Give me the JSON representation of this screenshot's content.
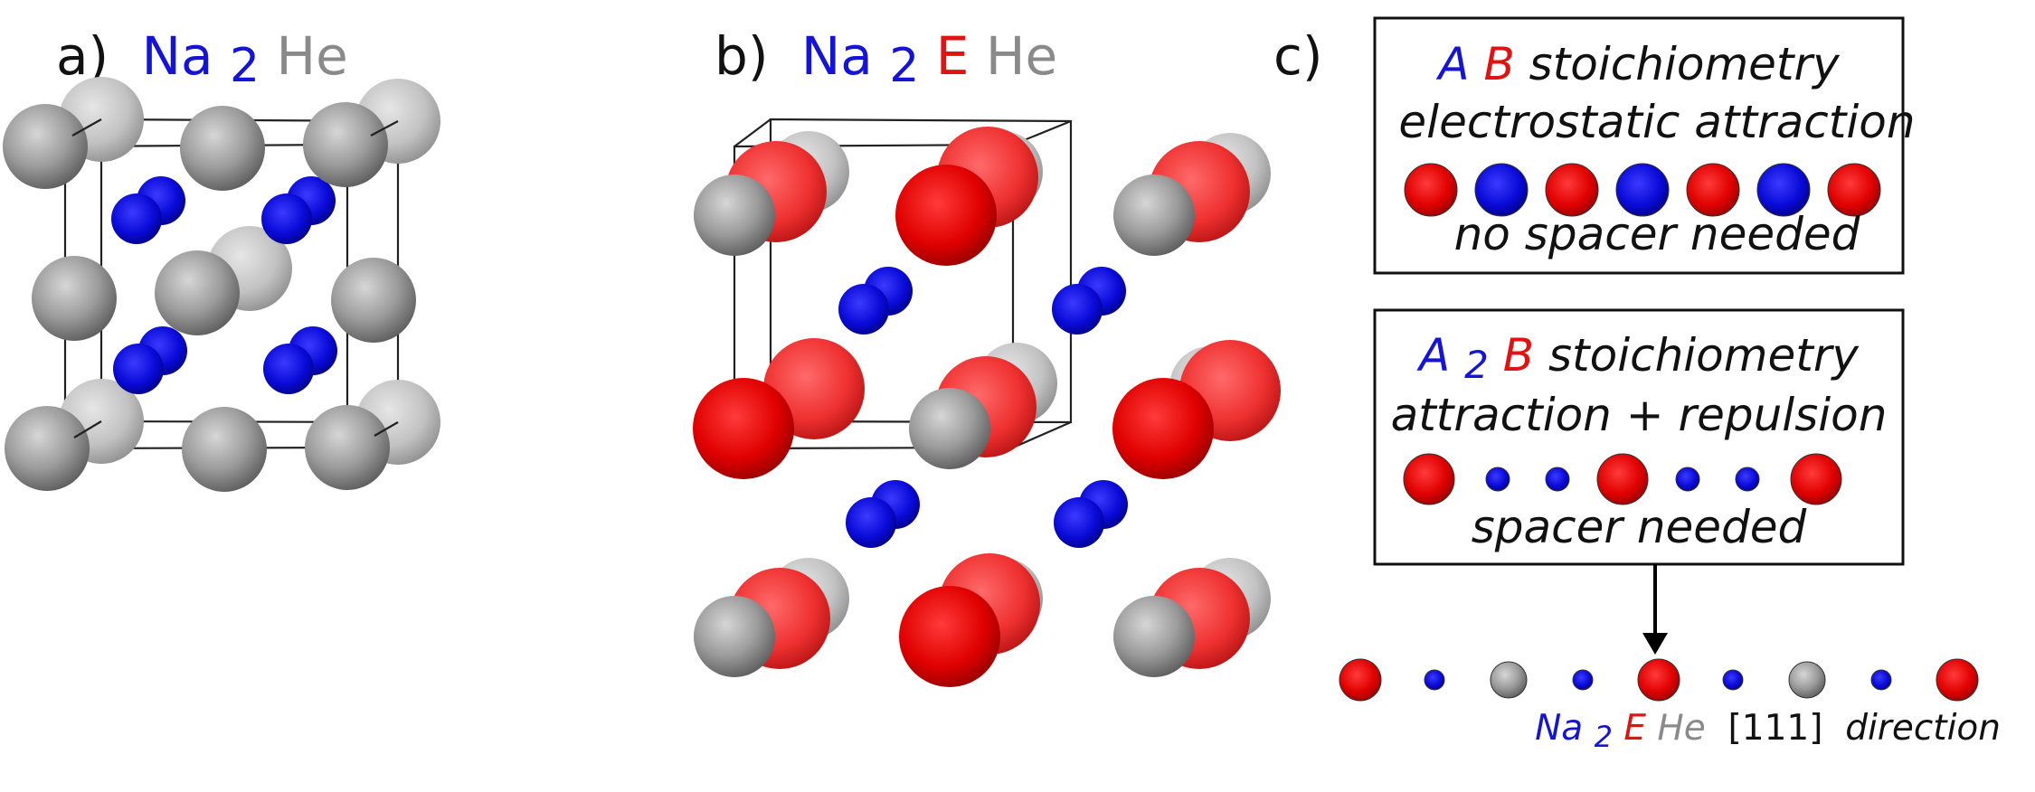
{
  "colors": {
    "sodium": "#1414d8",
    "element_e": "#e01212",
    "helium": "#8a8a8a",
    "text": "#111111"
  },
  "panel_a": {
    "letter": "a)",
    "formula": [
      {
        "text": "Na",
        "role": "sodium"
      },
      {
        "text": "2",
        "role": "sodium"
      },
      {
        "text": "He",
        "role": "helium"
      }
    ]
  },
  "panel_b": {
    "letter": "b)",
    "formula": [
      {
        "text": "Na",
        "role": "sodium"
      },
      {
        "text": "2",
        "role": "sodium"
      },
      {
        "text": "E",
        "role": "element_e"
      },
      {
        "text": "He",
        "role": "helium"
      }
    ]
  },
  "panel_c": {
    "letter": "c)",
    "box_ab": {
      "title_a": "A",
      "title_b": "B",
      "title_rest": " stoichiometry",
      "line2": "electrostatic attraction",
      "line3": "no spacer needed",
      "chain": [
        "E",
        "Na",
        "E",
        "Na",
        "E",
        "Na",
        "E"
      ]
    },
    "box_a2b": {
      "title_a": "A",
      "title_sub": "2",
      "title_b": "B",
      "title_rest": " stoichiometry",
      "line2": "attraction + repulsion",
      "line3": "spacer needed",
      "chain": [
        "E",
        "Na",
        "Na",
        "E",
        "Na",
        "Na",
        "E"
      ]
    },
    "chain_111": [
      "E",
      "Na",
      "He",
      "Na",
      "E",
      "Na",
      "He",
      "Na",
      "E"
    ],
    "caption": {
      "na": "Na",
      "sub": "2",
      "e": "E",
      "he": "He",
      "bracket": " [111] ",
      "direction": "direction"
    }
  }
}
